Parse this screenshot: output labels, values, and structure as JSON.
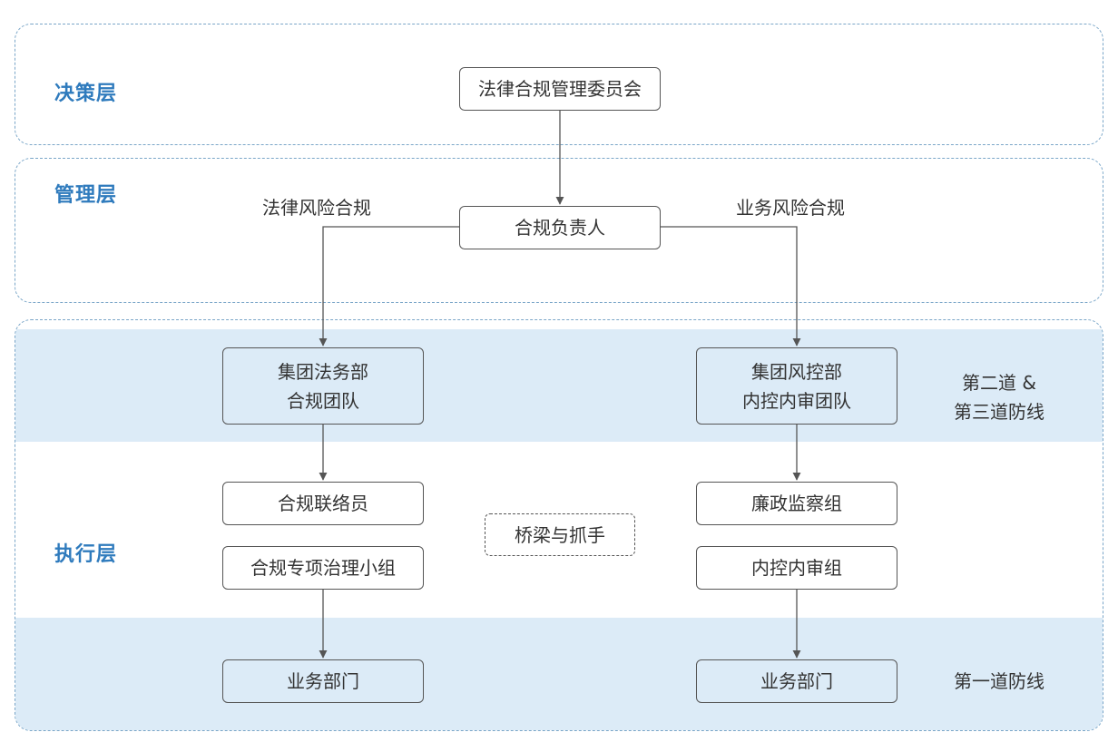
{
  "layers": {
    "decision": "决策层",
    "management": "管理层",
    "execution": "执行层"
  },
  "nodes": {
    "committee": "法律合规管理委员会",
    "compliance_head": "合规负责人",
    "legal_dept": [
      "集团法务部",
      "合规团队"
    ],
    "risk_dept": [
      "集团风控部",
      "内控内审团队"
    ],
    "liaison": "合规联络员",
    "special_group": "合规专项治理小组",
    "integrity_group": "廉政监察组",
    "audit_group": "内控内审组",
    "bridge": "桥梁与抓手",
    "business_left": "业务部门",
    "business_right": "业务部门"
  },
  "branches": {
    "legal_risk": "法律风险合规",
    "business_risk": "业务风险合规"
  },
  "defense": {
    "second_third": [
      "第二道 &",
      "第三道防线"
    ],
    "first": "第一道防线"
  },
  "colors": {
    "layer_label": "#2f7bbd",
    "band": "#dcebf7",
    "dashed_border": "#7aa6c8",
    "node_border": "#555555",
    "text": "#333333"
  }
}
